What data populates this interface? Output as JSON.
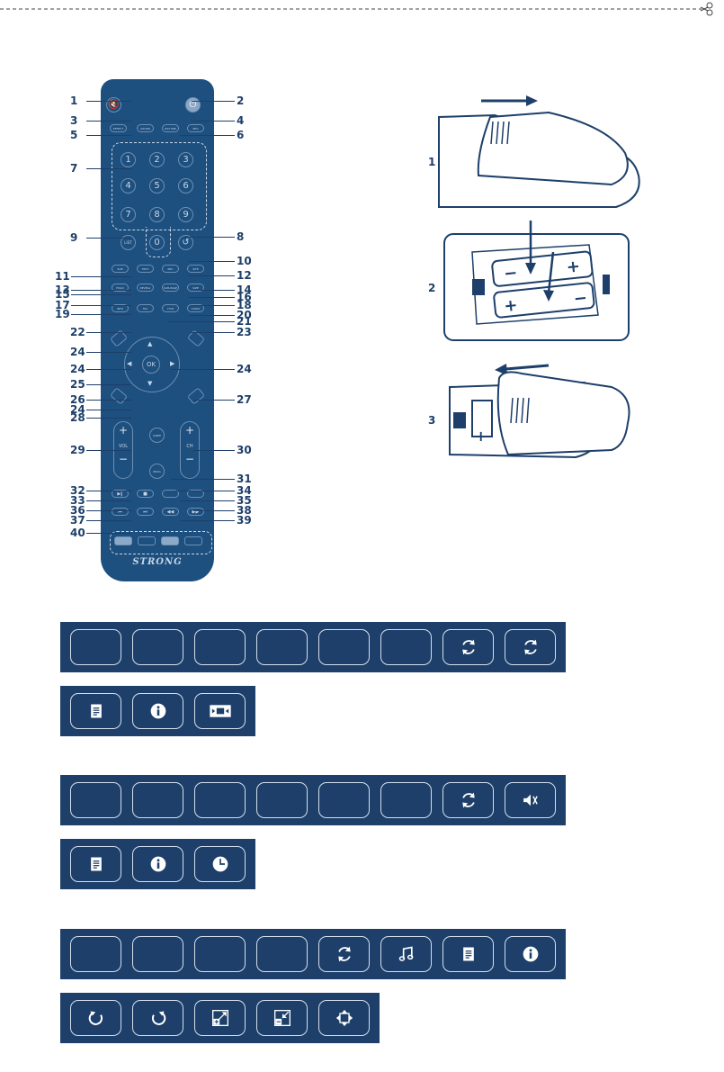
{
  "remote": {
    "brand": "STRONG",
    "labels": {
      "mute": "",
      "effect": "EFFECT",
      "sound": "SOUND",
      "picture": "PICTURE",
      "epg": "EPG",
      "list": "LIST",
      "sub": "SUB",
      "text": "TEXT",
      "rec": "REC",
      "site": "SITE",
      "hold": "HOLD",
      "reveal": "REVEAL",
      "subpage": "SUB.PAGE",
      "size": "SIZE",
      "info": "INFO",
      "fav": "FAV",
      "tvr": "TV/R",
      "audio": "AUDIO",
      "ok": "OK",
      "vol": "VOL",
      "ch": "CH",
      "sleep": "SLEEP",
      "prog": "PROG"
    },
    "digits": [
      "1",
      "2",
      "3",
      "4",
      "5",
      "6",
      "7",
      "8",
      "9",
      "0"
    ],
    "callouts": [
      "1",
      "2",
      "3",
      "4",
      "5",
      "6",
      "7",
      "8",
      "9",
      "10",
      "11",
      "12",
      "13",
      "14",
      "15",
      "16",
      "17",
      "18",
      "19",
      "20",
      "21",
      "22",
      "23",
      "24",
      "24",
      "24",
      "24",
      "25",
      "26",
      "27",
      "28",
      "29",
      "30",
      "31",
      "32",
      "33",
      "34",
      "35",
      "36",
      "37",
      "38",
      "39",
      "40"
    ]
  },
  "battery_steps": [
    "1",
    "2",
    "3"
  ],
  "strips": [
    {
      "row1": [
        "",
        "",
        "",
        "",
        "",
        "",
        "refresh-icon",
        "refresh-icon"
      ],
      "row2": [
        "document-icon",
        "info-icon",
        "aspect-icon"
      ]
    },
    {
      "row1": [
        "",
        "",
        "",
        "",
        "",
        "",
        "refresh-icon",
        "mute-icon"
      ],
      "row2": [
        "document-icon",
        "info-icon",
        "clock-icon"
      ]
    },
    {
      "row1": [
        "",
        "",
        "",
        "",
        "refresh-icon",
        "music-note-icon",
        "document-icon",
        "info-icon"
      ],
      "row2": [
        "rotate-left-icon",
        "rotate-right-icon",
        "zoom-in-icon",
        "zoom-out-icon",
        "move-icon"
      ]
    }
  ],
  "colors": {
    "navy": "#1d3f6a",
    "remote": "#1d4f7f",
    "key_border": "#d5dfea"
  }
}
